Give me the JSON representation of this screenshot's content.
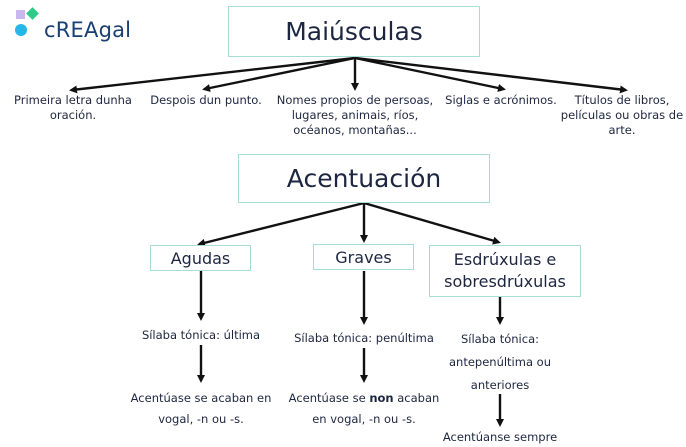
{
  "logo": {
    "text": "cREAgal",
    "colors": [
      "#c9b8f0",
      "#2ecc87",
      "#27b6e8"
    ]
  },
  "accent_border": "#a9dcd6",
  "maiusculas": {
    "title": "Maiúsculas",
    "items": [
      [
        "Primeira letra dunha",
        "oración."
      ],
      [
        "Despois dun punto."
      ],
      [
        "Nomes propios de persoas,",
        "lugares, animais, ríos,",
        "océanos, montañas..."
      ],
      [
        "Siglas e acrónimos."
      ],
      [
        "Títulos de libros,",
        "películas ou obras de",
        "arte."
      ]
    ]
  },
  "acentuacion": {
    "title": "Acentuación",
    "agudas": {
      "title": "Agudas",
      "tonic": "Sílaba tónica: última",
      "rule": [
        "Acentúase se acaban en",
        "vogal, -n ou -s."
      ]
    },
    "graves": {
      "title": "Graves",
      "tonic": "Sílaba tónica: penúltima",
      "rule_prefix": "Acentúase se ",
      "rule_bold": "non",
      "rule_suffix": " acaban",
      "rule_line2": "en vogal, -n ou -s."
    },
    "esdruxulas": {
      "title": [
        "Esdrúxulas e",
        "sobresdrúxulas"
      ],
      "tonic": [
        "Sílaba tónica:",
        "antepenúltima ou",
        "anteriores"
      ],
      "rule": "Acentúanse sempre"
    }
  }
}
